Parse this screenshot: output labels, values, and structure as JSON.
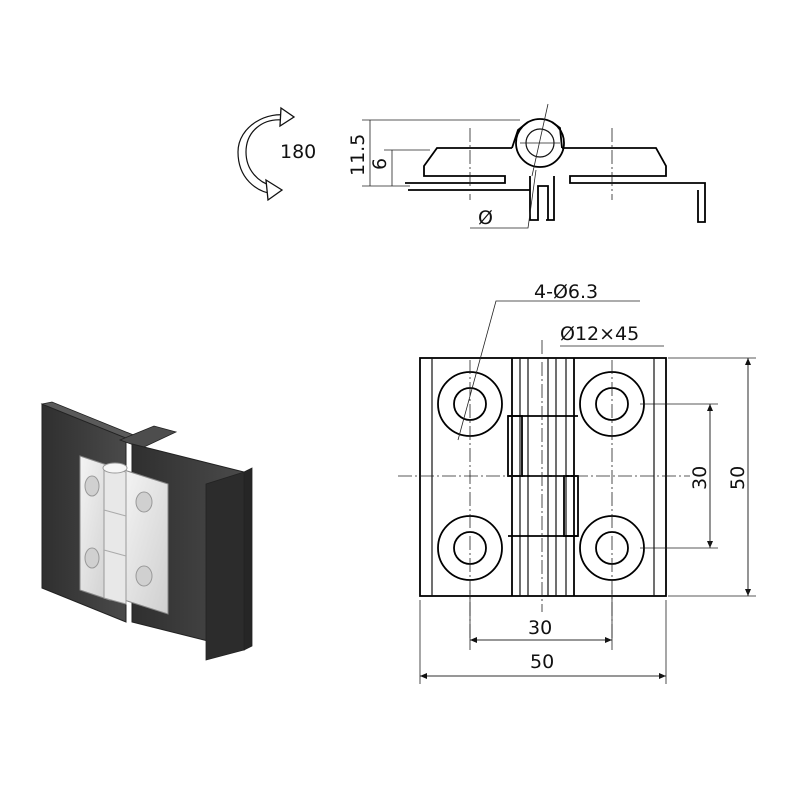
{
  "side_view": {
    "rotation_label": "180",
    "dim_11_5": "11.5",
    "dim_6": "6",
    "diameter_symbol": "Ø"
  },
  "front_view": {
    "hole_callout": "4-Ø6.3",
    "countersink_callout": "Ø12×45",
    "dim_inner_width": "30",
    "dim_outer_width": "50",
    "dim_inner_height": "30",
    "dim_outer_height": "50"
  },
  "colors": {
    "line": "#111111",
    "panel_dark": "#3a3a3a",
    "hinge_light": "#dedede"
  }
}
